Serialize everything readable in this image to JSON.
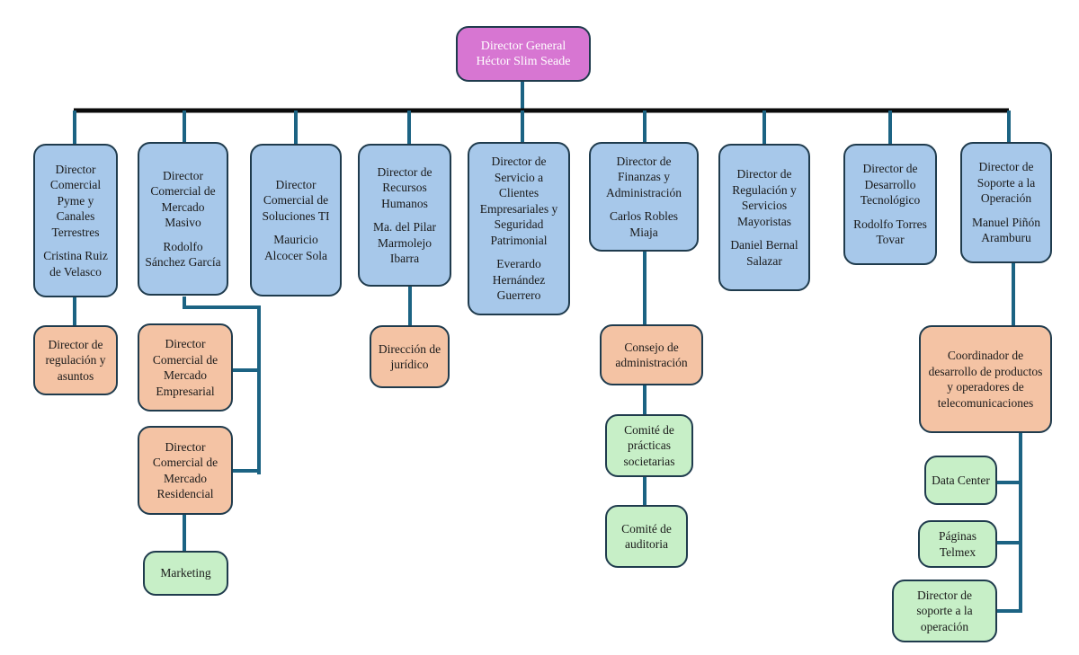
{
  "ceo": {
    "title": "Director General",
    "name": "Héctor Slim Seade"
  },
  "directors": [
    {
      "title": "Director Comercial Pyme y Canales Terrestres",
      "name": "Cristina Ruiz de Velasco"
    },
    {
      "title": "Director Comercial de Mercado Masivo",
      "name": "Rodolfo Sánchez García"
    },
    {
      "title": "Director Comercial de Soluciones TI",
      "name": "Mauricio Alcocer Sola"
    },
    {
      "title": "Director de Recursos Humanos",
      "name": "Ma. del Pilar Marmolejo Ibarra"
    },
    {
      "title": "Director de Servicio a Clientes Empresariales y Seguridad Patrimonial",
      "name": "Everardo Hernández Guerrero"
    },
    {
      "title": "Director de Finanzas y Administración",
      "name": "Carlos Robles Miaja"
    },
    {
      "title": "Director de Regulación y Servicios Mayoristas",
      "name": "Daniel Bernal Salazar"
    },
    {
      "title": "Director de Desarrollo Tecnológico",
      "name": "Rodolfo Torres Tovar"
    },
    {
      "title": "Director de Soporte a la Operación",
      "name": "Manuel Piñón Aramburu"
    }
  ],
  "subunits": {
    "regulacion_asuntos": "Director de regulación y asuntos",
    "mercado_empresarial": "Director Comercial de Mercado Empresarial",
    "mercado_residencial": "Director Comercial de Mercado Residencial",
    "marketing": "Marketing",
    "juridico": "Dirección de jurídico",
    "consejo": "Consejo de administración",
    "comite_practicas": "Comité de prácticas societarias",
    "comite_auditoria": "Comité de auditoria",
    "coordinador": "Coordinador de desarrollo de productos y operadores de telecomunicaciones",
    "data_center": "Data Center",
    "paginas": "Páginas Telmex",
    "soporte_operacion": "Director de soporte a la operación"
  },
  "colors": {
    "ceo": "#d776d2",
    "director": "#a7c8ea",
    "subunit": "#f4c3a4",
    "committee": "#c7efc7",
    "connector": "#1c6383"
  }
}
